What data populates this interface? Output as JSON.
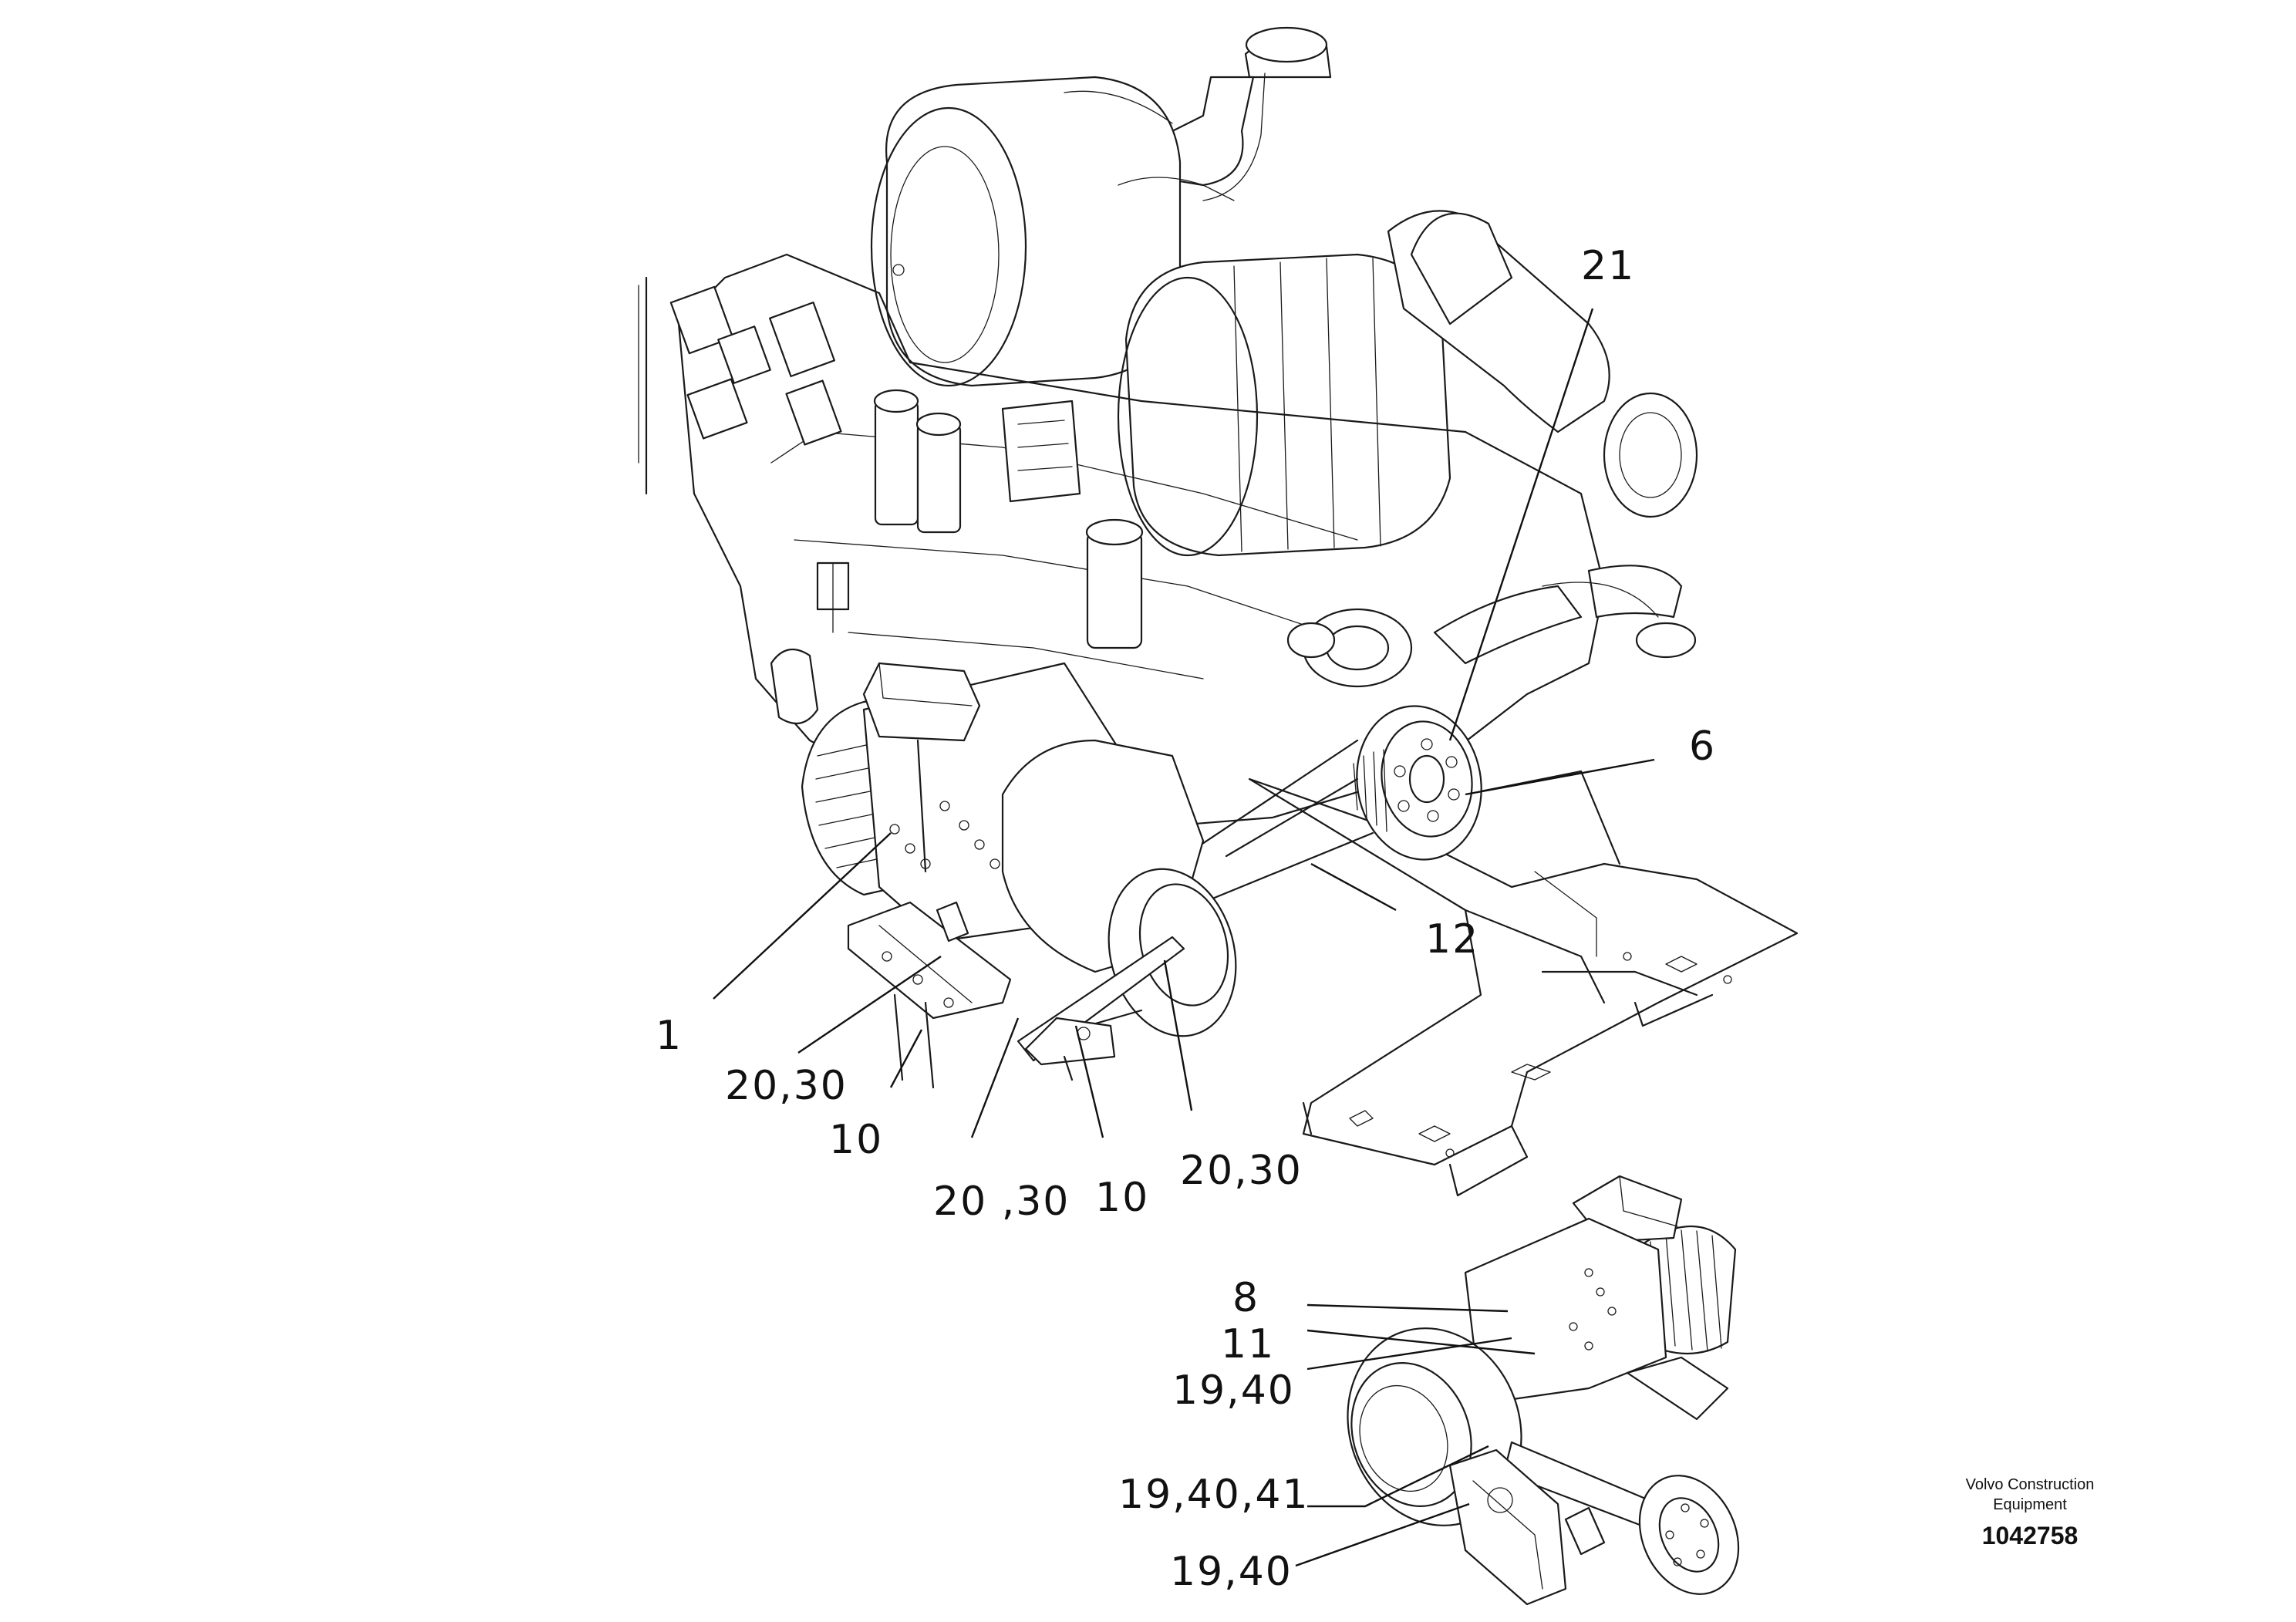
{
  "callouts": {
    "c21": "21",
    "c6": "6",
    "c12": "12",
    "c1": "1",
    "c20_30_left": "20,30",
    "c10_left": "10",
    "c20_30_mid": "20 ,30",
    "c10_mid": "10",
    "c20_30_right": "20,30",
    "c8": "8",
    "c11": "11",
    "c19_40_top": "19,40",
    "c19_40_41": "19,40,41",
    "c19_40_bottom": "19,40"
  },
  "caption": {
    "company_line1": "Volvo Construction",
    "company_line2": "Equipment",
    "document_number": "1042758"
  }
}
